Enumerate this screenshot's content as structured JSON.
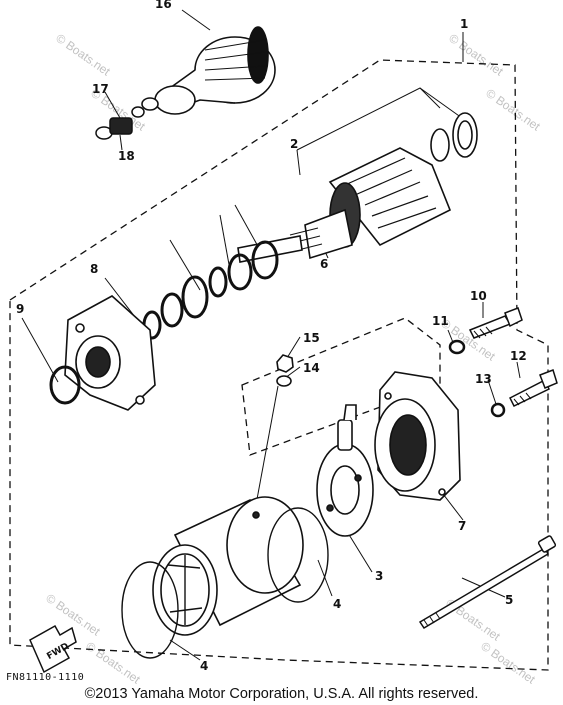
{
  "diagram": {
    "callouts": [
      {
        "id": "1",
        "label": "1"
      },
      {
        "id": "2",
        "label": "2"
      },
      {
        "id": "3",
        "label": "3"
      },
      {
        "id": "4a",
        "label": "4"
      },
      {
        "id": "4b",
        "label": "4"
      },
      {
        "id": "5",
        "label": "5"
      },
      {
        "id": "6",
        "label": "6"
      },
      {
        "id": "7",
        "label": "7"
      },
      {
        "id": "8",
        "label": "8"
      },
      {
        "id": "9",
        "label": "9"
      },
      {
        "id": "10",
        "label": "10"
      },
      {
        "id": "11",
        "label": "11"
      },
      {
        "id": "12",
        "label": "12"
      },
      {
        "id": "13",
        "label": "13"
      },
      {
        "id": "14",
        "label": "14"
      },
      {
        "id": "15",
        "label": "15"
      },
      {
        "id": "16",
        "label": "16"
      },
      {
        "id": "17",
        "label": "17"
      },
      {
        "id": "18",
        "label": "18"
      }
    ],
    "fwd_label": "FWD",
    "drawing_code": "FN81110-1110",
    "watermark": "© Boats.net"
  },
  "footer": {
    "copyright": "©2013 Yamaha Motor Corporation, U.S.A. All rights reserved."
  }
}
